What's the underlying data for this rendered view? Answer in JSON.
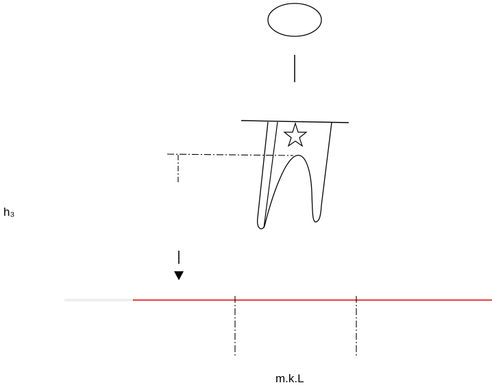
{
  "labels": {
    "h3": "h₃",
    "mkl": "m.k.L"
  },
  "colors": {
    "stroke": "#000000",
    "reference_line": "#e00000",
    "reference_line_faded": "#eeeeee",
    "background": "#ffffff"
  },
  "icons": {
    "top_shape": "ellipse",
    "apex_marker": "star-outline",
    "direction_marker": "arrow-down-icon"
  }
}
